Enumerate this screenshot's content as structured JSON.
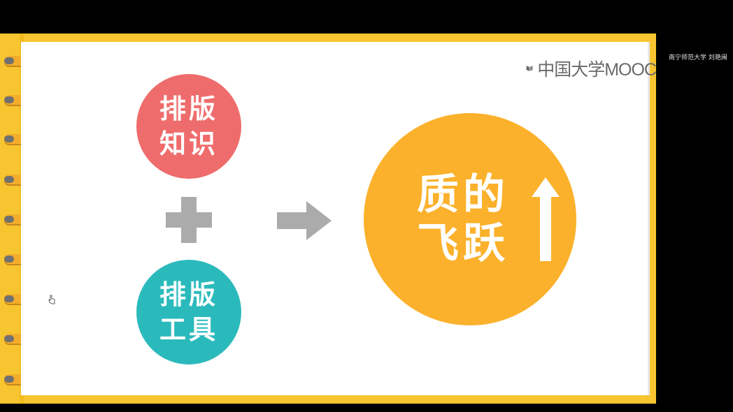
{
  "caption": "南宁师范大学 刘艳闽",
  "logo": {
    "text": "中国大学MOOC",
    "icon": "book-logo-icon"
  },
  "knowledge_circle": {
    "line1": "排版",
    "line2": "知识",
    "color": "#ef6c6c"
  },
  "tool_circle": {
    "line1": "排版",
    "line2": "工具",
    "color": "#2bbabc"
  },
  "plus_icon": "plus-icon",
  "arrow_icon": "right-arrow-icon",
  "leap_circle": {
    "line1": "质的",
    "line2": "飞跃",
    "color": "#fbb12b",
    "icon": "up-arrow-icon"
  },
  "colors": {
    "frame": "#f7c530",
    "ring": "#f2ad2b",
    "gray": "#ababab"
  }
}
